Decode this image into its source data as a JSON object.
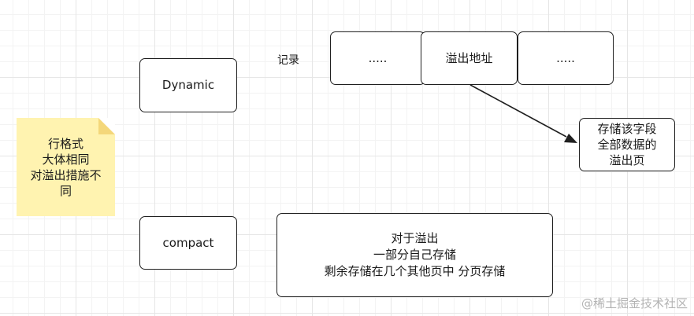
{
  "colors": {
    "note_fill": "#fff3b0",
    "stroke": "#1f1f1f",
    "grid": "#e6e6e6"
  },
  "note": {
    "text": "行格式\n大体相同\n对溢出措施不\n同"
  },
  "nodes": {
    "dynamic": "Dynamic",
    "compact": "compact",
    "record_label": "记录",
    "record_cell_1": ".....",
    "record_cell_2": "溢出地址",
    "record_cell_3": ".....",
    "overflow_page": "存储该字段\n全部数据的\n溢出页",
    "compact_desc": "对于溢出\n一部分自己存储\n剩余存储在几个其他页中 分页存储"
  },
  "watermark": "@稀土掘金技术社区"
}
